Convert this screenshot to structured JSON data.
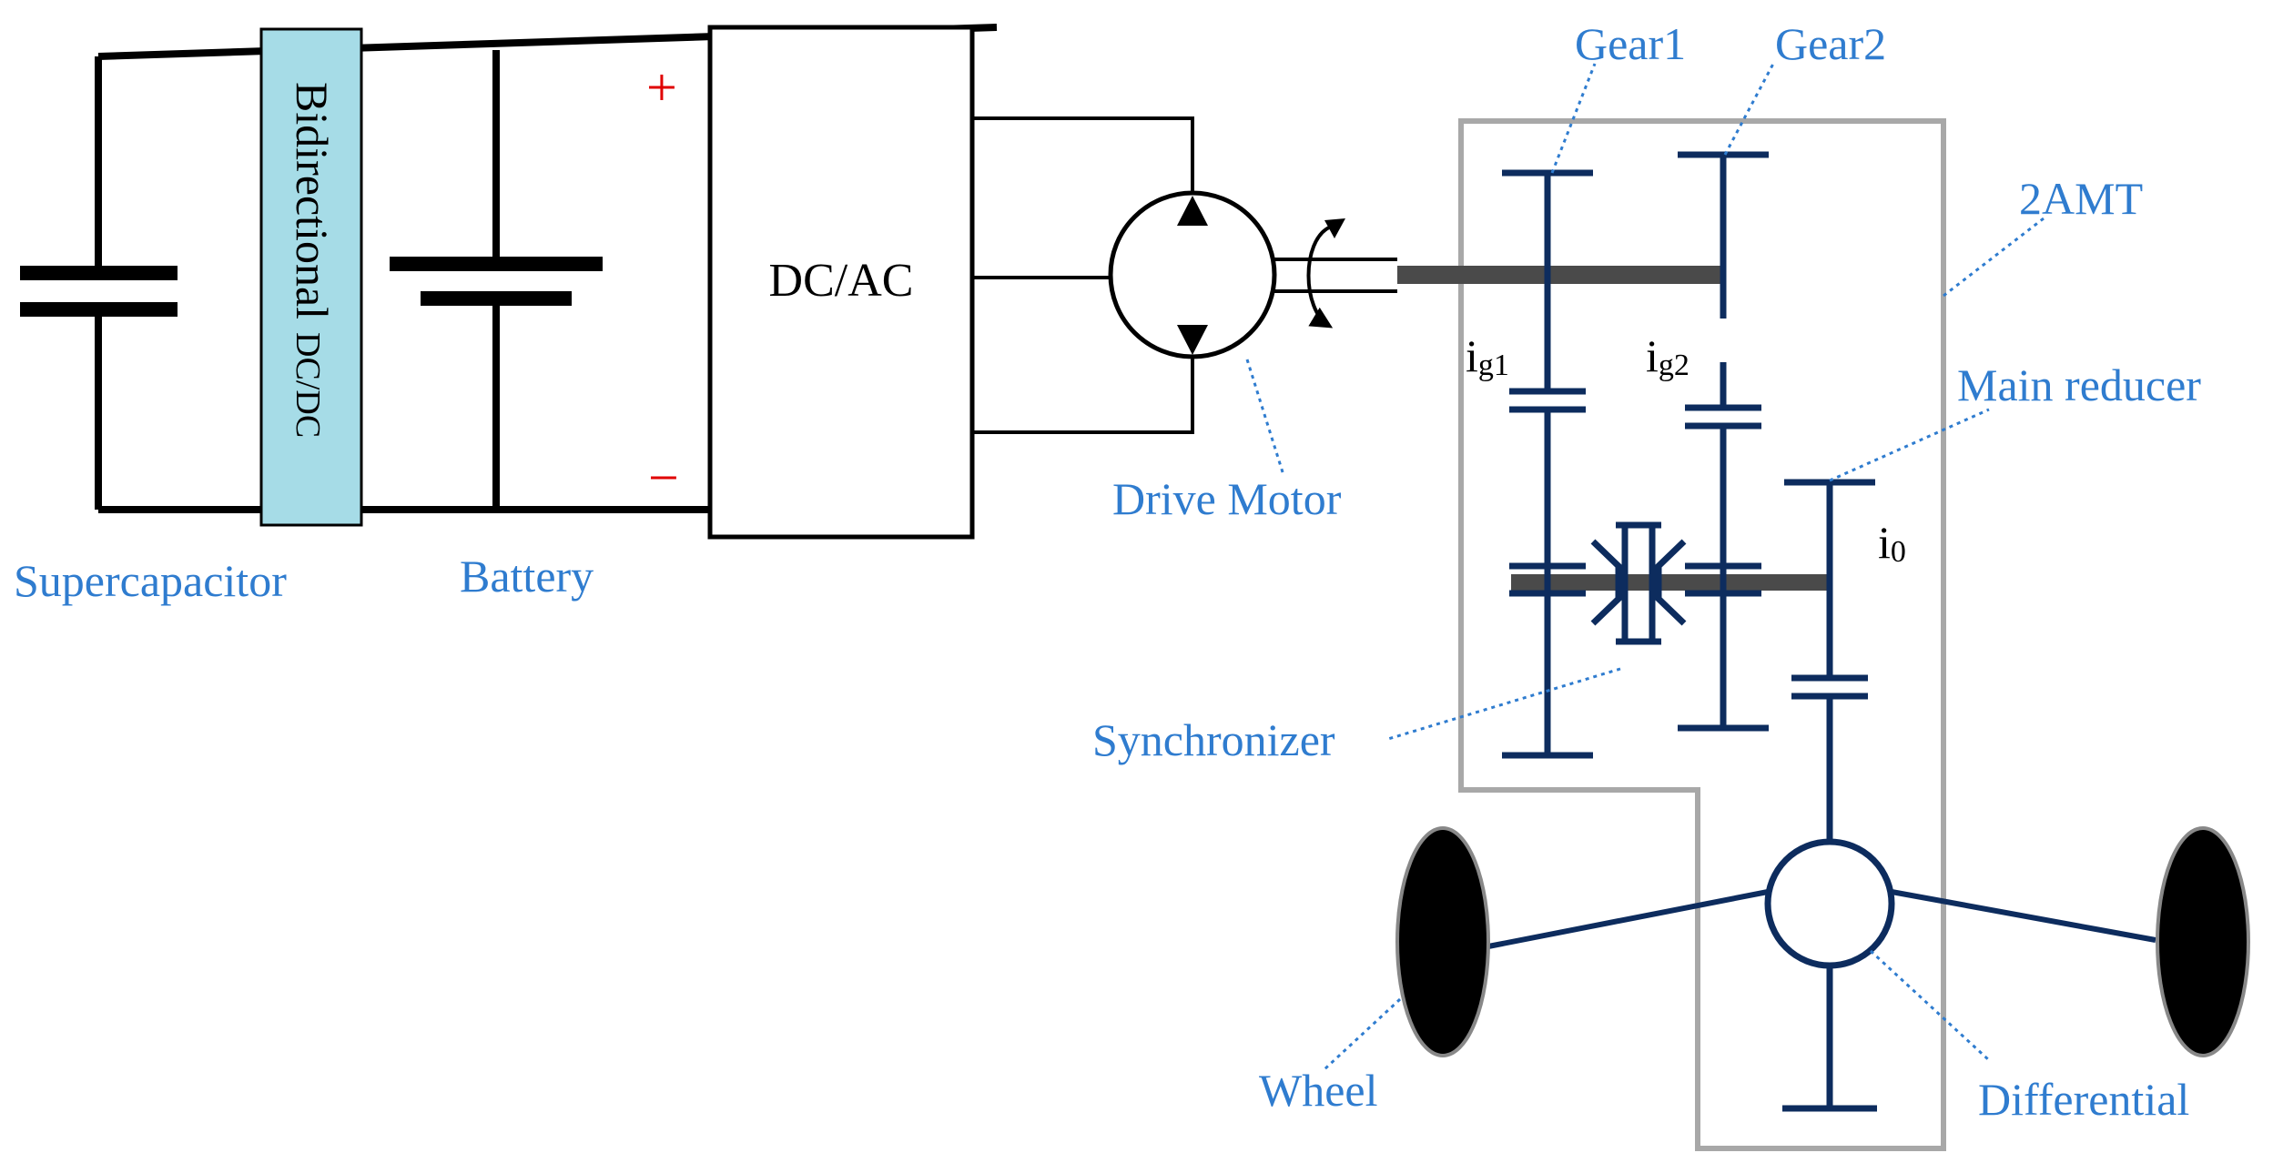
{
  "colors": {
    "wire": "#000000",
    "blue_label": "#2f7ccf",
    "gear_navy": "#0d2c5e",
    "shaft_gray": "#4a4a4a",
    "housing_gray": "#a8a8a8",
    "dcdc_fill": "#a6dce7",
    "polarity_red": "#e00000",
    "wheel_fill": "#000000"
  },
  "labels": {
    "supercapacitor": "Supercapacitor",
    "battery": "Battery",
    "dcdc_main": "Bidirectional",
    "dcdc_sub": "DC/DC",
    "plus": "+",
    "minus": "−",
    "inverter": "DC/AC",
    "drive_motor": "Drive Motor",
    "gear1": "Gear1",
    "gear2": "Gear2",
    "amt": "2AMT",
    "main_reducer": "Main reducer",
    "synchronizer": "Synchronizer",
    "wheel": "Wheel",
    "differential": "Differential",
    "ratio_g1_main": "i",
    "ratio_g1_sub": "g1",
    "ratio_g2_main": "i",
    "ratio_g2_sub": "g2",
    "ratio_0_main": "i",
    "ratio_0_sub": "0"
  },
  "icons": {
    "supercapacitor": "capacitor-icon",
    "battery": "battery-icon",
    "drive_motor": "motor-icon",
    "rotation": "rotation-arrow-icon",
    "wheel": "wheel-icon",
    "differential": "differential-icon",
    "synchronizer": "synchronizer-icon"
  }
}
